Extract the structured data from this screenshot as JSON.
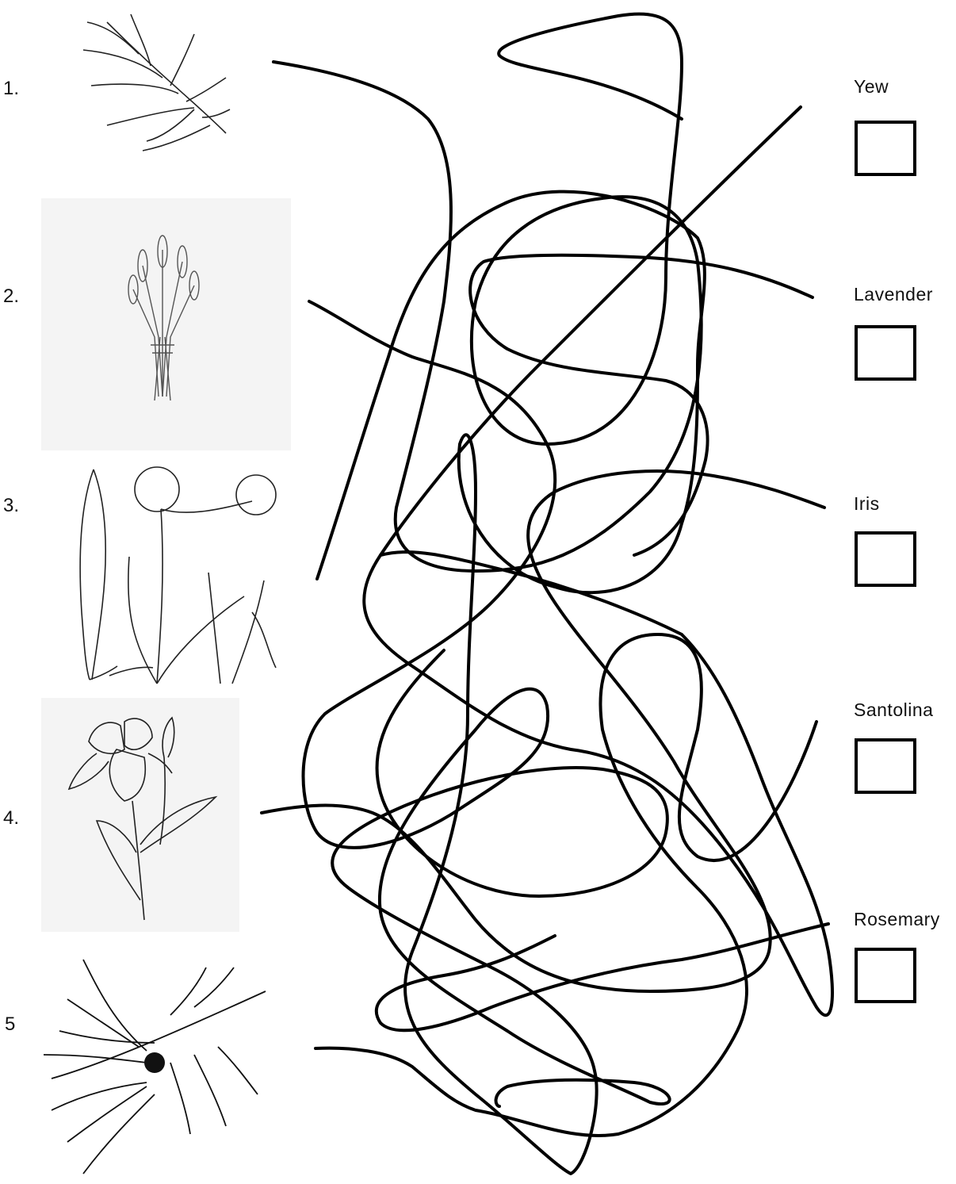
{
  "worksheet": {
    "plant_numbers": [
      "1.",
      "2.",
      "3.",
      "4.",
      "5"
    ],
    "plant_icons": [
      "rosemary-sprig-icon",
      "lavender-bunch-icon",
      "santolina-plant-icon",
      "iris-flower-icon",
      "yew-branch-icon"
    ],
    "answer_labels": [
      "Yew",
      "Lavender",
      "Iris",
      "Santolina",
      "Rosemary"
    ],
    "line_color": "#000000"
  }
}
